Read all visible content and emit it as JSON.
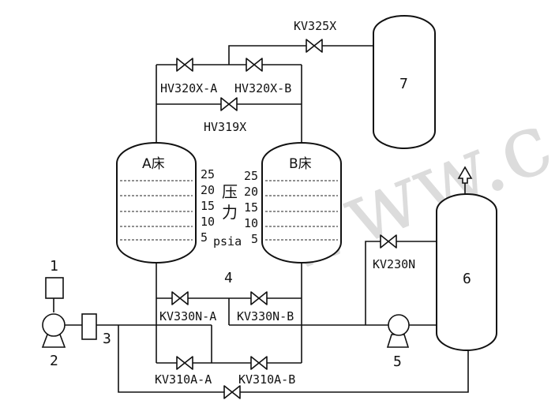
{
  "valves": {
    "kv325x": "KV325X",
    "hv320x_a": "HV320X-A",
    "hv320x_b": "HV320X-B",
    "hv319x": "HV319X",
    "kv230n": "KV230N",
    "kv330n_a": "KV330N-A",
    "kv330n_b": "KV330N-B",
    "kv310a_a": "KV310A-A",
    "kv310a_b": "KV310A-B"
  },
  "beds": {
    "a_label": "A床",
    "b_label": "B床",
    "scale_values": [
      "25",
      "20",
      "15",
      "10",
      "5"
    ],
    "pressure_label_1": "压",
    "pressure_label_2": "力",
    "pressure_unit": "psia"
  },
  "callouts": {
    "n1": "1",
    "n2": "2",
    "n3": "3",
    "n4": "4",
    "n5": "5",
    "n6": "6",
    "n7": "7"
  },
  "watermark": "www.c"
}
